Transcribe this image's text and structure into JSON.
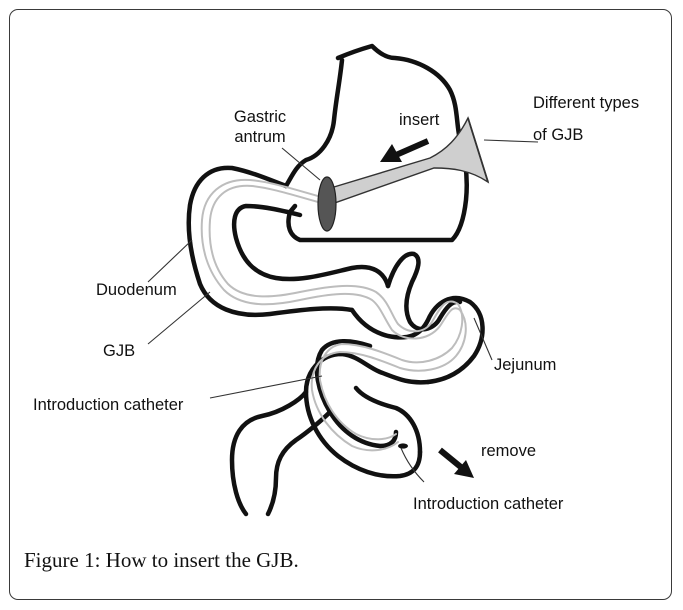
{
  "labels": {
    "gastric_antrum_line1": "Gastric",
    "gastric_antrum_line2": "antrum",
    "insert": "insert",
    "different_types_line1": "Different types",
    "different_types_line2": "of GJB",
    "duodenum": "Duodenum",
    "gjb": "GJB",
    "jejunum": "Jejunum",
    "introduction_catheter_left": "Introduction catheter",
    "remove": "remove",
    "introduction_catheter_right": "Introduction catheter"
  },
  "caption": "Figure 1: How to insert the GJB."
}
